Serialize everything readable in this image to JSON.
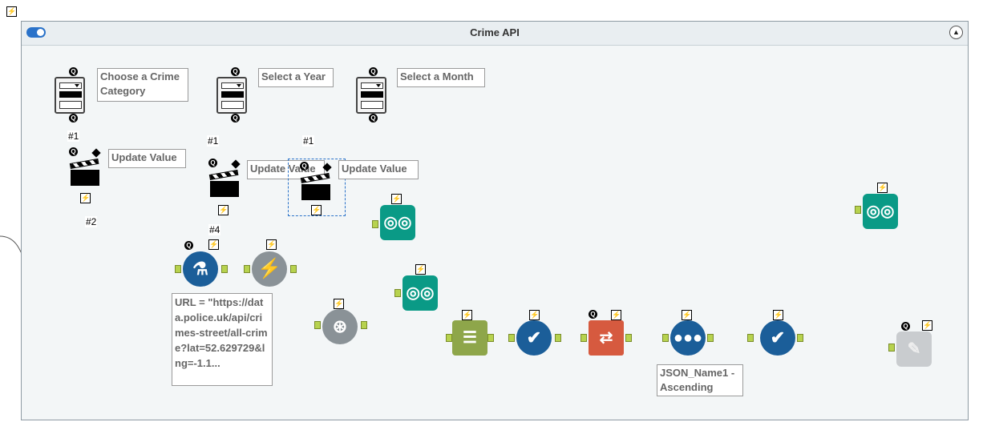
{
  "container": {
    "title": "Crime API"
  },
  "interface": {
    "dropdowns": [
      {
        "label": "Choose a Crime Category"
      },
      {
        "label": "Select a Year"
      },
      {
        "label": "Select a Month"
      }
    ],
    "actions": [
      {
        "label": "Update Value"
      },
      {
        "label": "Update Value"
      },
      {
        "label": "Update Value"
      }
    ],
    "connection_labels": [
      "#1",
      "#1",
      "#1",
      "#2",
      "#4"
    ]
  },
  "tools": {
    "download_annotation": "URL = \"https://data.police.uk/api/crimes-street/all-crime?lat=52.629729&lng=-1.1...",
    "sort_annotation": "JSON_Name1 - Ascending"
  },
  "icons": {
    "container_toggle": "toggle-switch-icon",
    "collapse": "chevron-up-icon",
    "bolt": "lightning-bolt-icon",
    "question": "question-anchor-icon",
    "browse": "binoculars-icon"
  },
  "colors": {
    "teal": "#0a9a86",
    "blue": "#1b5e99",
    "olive": "#8ea64a",
    "orange": "#d65a3f",
    "anchor": "#b7d24e"
  }
}
